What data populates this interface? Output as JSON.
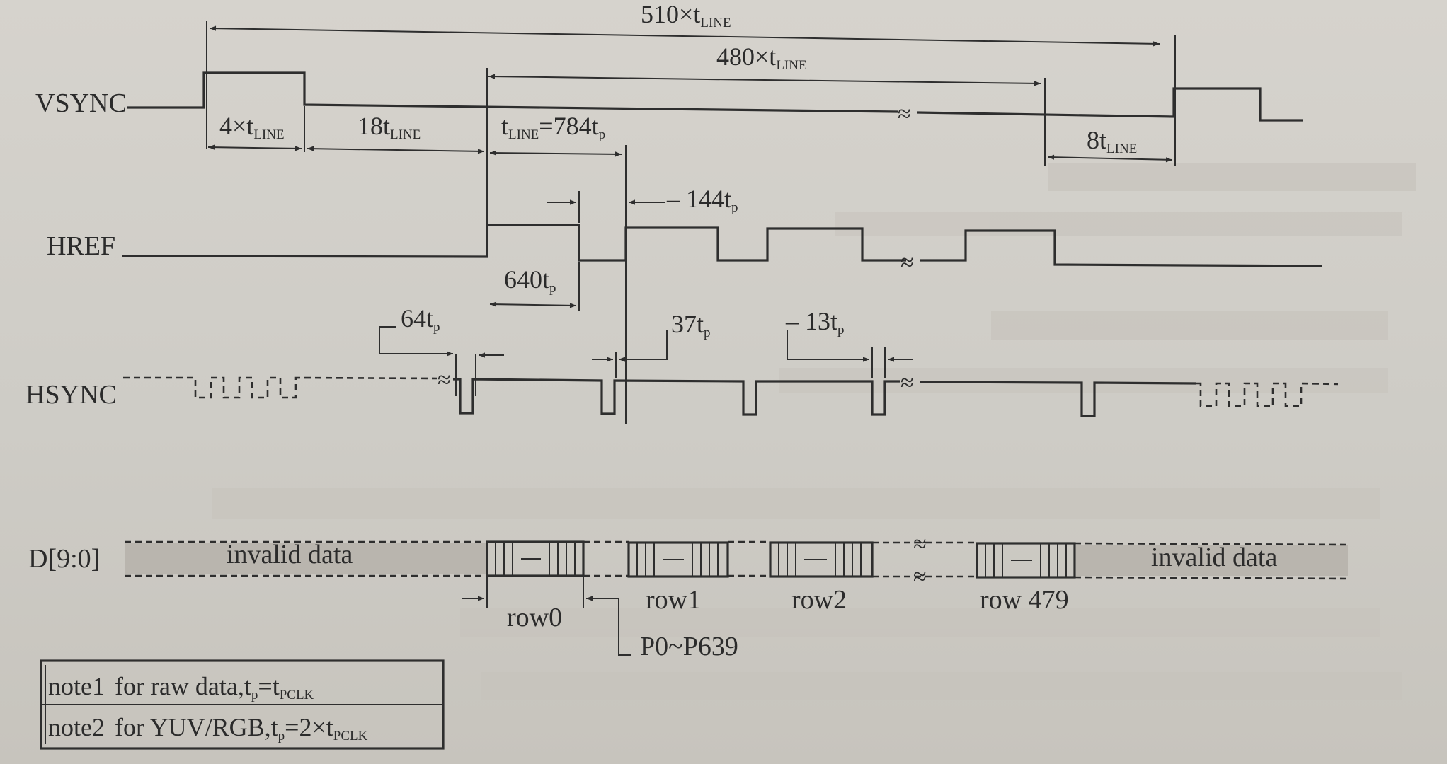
{
  "signals": {
    "vsync": "VSYNC",
    "href": "HREF",
    "hsync": "HSYNC",
    "data": "D[9:0]"
  },
  "timing": {
    "frame_total": {
      "main": "510×t",
      "sub": "LINE"
    },
    "active_lines": {
      "main": "480×t",
      "sub": "LINE"
    },
    "vsync_pulse": {
      "main": "4×t",
      "sub": "LINE"
    },
    "back_porch": {
      "main": "18t",
      "sub": "LINE"
    },
    "line_time": {
      "prefix": "t",
      "sub": "LINE",
      "suffix": "=784t",
      "sub2": "p"
    },
    "front_porch": {
      "main": "8t",
      "sub": "LINE"
    },
    "href_low": {
      "main": "144t",
      "sub": "p"
    },
    "href_high": {
      "main": "640t",
      "sub": "p"
    },
    "hsync_a": {
      "main": "64t",
      "sub": "p"
    },
    "hsync_b": {
      "main": "37t",
      "sub": "p"
    },
    "hsync_c": {
      "main": "13t",
      "sub": "p"
    }
  },
  "data_row": {
    "invalid_left": "invalid data",
    "invalid_right": "invalid data",
    "rows": [
      "row0",
      "row1",
      "row2",
      "row 479"
    ],
    "pixels": "P0~P639"
  },
  "notes": [
    {
      "label": "note1",
      "text": "for raw data,t",
      "sub1": "p",
      "mid": "=t",
      "sub2": "PCLK"
    },
    {
      "label": "note2",
      "text": "for YUV/RGB,t",
      "sub1": "p",
      "mid": "=2×t",
      "sub2": "PCLK"
    }
  ]
}
